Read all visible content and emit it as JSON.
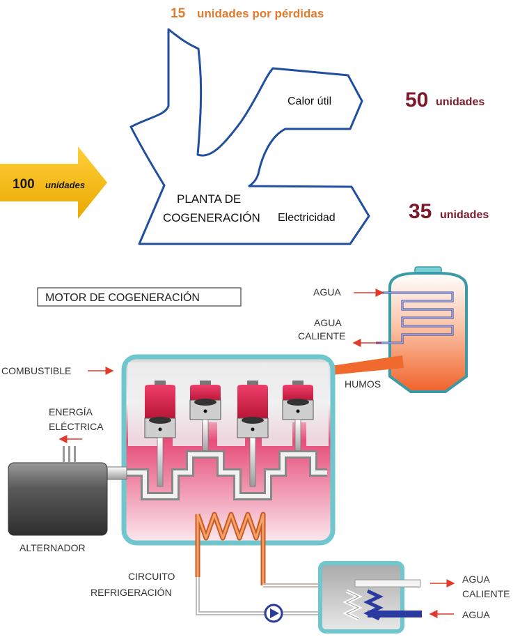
{
  "sankey": {
    "losses": {
      "value": "15",
      "unit": "unidades por pérdidas"
    },
    "input": {
      "value": "100",
      "unit": "unidades"
    },
    "plant_label_line1": "PLANTA DE",
    "plant_label_line2": "COGENERACIÓN",
    "heat_label": "Calor útil",
    "heat_output": {
      "value": "50",
      "unit": "unidades"
    },
    "electricity_label": "Electricidad",
    "electricity_output": {
      "value": "35",
      "unit": "unidades"
    }
  },
  "engine": {
    "title": "MOTOR DE COGENERACIÓN",
    "labels": {
      "water_in": "AGUA",
      "hot_water_line1": "AGUA",
      "hot_water_line2": "CALIENTE",
      "fuel": "COMBUSTIBLE",
      "fumes": "HUMOS",
      "energy_line1": "ENERGÍA",
      "energy_line2": "ELÉCTRICA",
      "alternator": "ALTERNADOR",
      "circuit_line1": "CIRCUITO",
      "circuit_line2": "REFRIGERACIÓN",
      "hx_hot_line1": "AGUA",
      "hx_hot_line2": "CALIENTE",
      "hx_water": "AGUA"
    }
  },
  "colors": {
    "outline_blue": "#1f4f9e",
    "input_arrow": "#f2b600",
    "value_dark_red": "#7a1a2a",
    "losses_orange": "#e07a2c",
    "engine_frame": "#6fc6cf",
    "cylinder_red": "#d2204a",
    "flow_arrow": "#e23a2a"
  }
}
